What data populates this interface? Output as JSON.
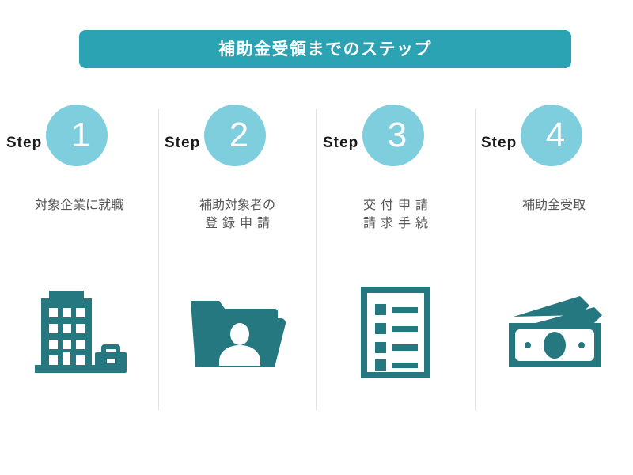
{
  "header": {
    "title": "補助金受領までのステップ",
    "background_color": "#2BA3B3",
    "text_color": "#ffffff"
  },
  "theme": {
    "banner_teal": "#2BA3B3",
    "circle_blue": "#7ECEDE",
    "icon_teal": "#25787F",
    "divider_gray": "#e2e2e2",
    "body_text": "#555555",
    "step_label_color": "#1a1a1a",
    "background": "#ffffff"
  },
  "steps": [
    {
      "label": "Step",
      "number": "1",
      "lines": [
        "対象企業に就職"
      ],
      "spaced": [
        false
      ],
      "icon": "office-building-briefcase-icon"
    },
    {
      "label": "Step",
      "number": "2",
      "lines": [
        "補助対象者の",
        "登録申請"
      ],
      "spaced": [
        false,
        true
      ],
      "icon": "folder-person-icon"
    },
    {
      "label": "Step",
      "number": "3",
      "lines": [
        "交付申請",
        "請求手続"
      ],
      "spaced": [
        true,
        true
      ],
      "icon": "checklist-document-icon"
    },
    {
      "label": "Step",
      "number": "4",
      "lines": [
        "補助金受取"
      ],
      "spaced": [
        false
      ],
      "icon": "banknotes-cash-icon"
    }
  ]
}
